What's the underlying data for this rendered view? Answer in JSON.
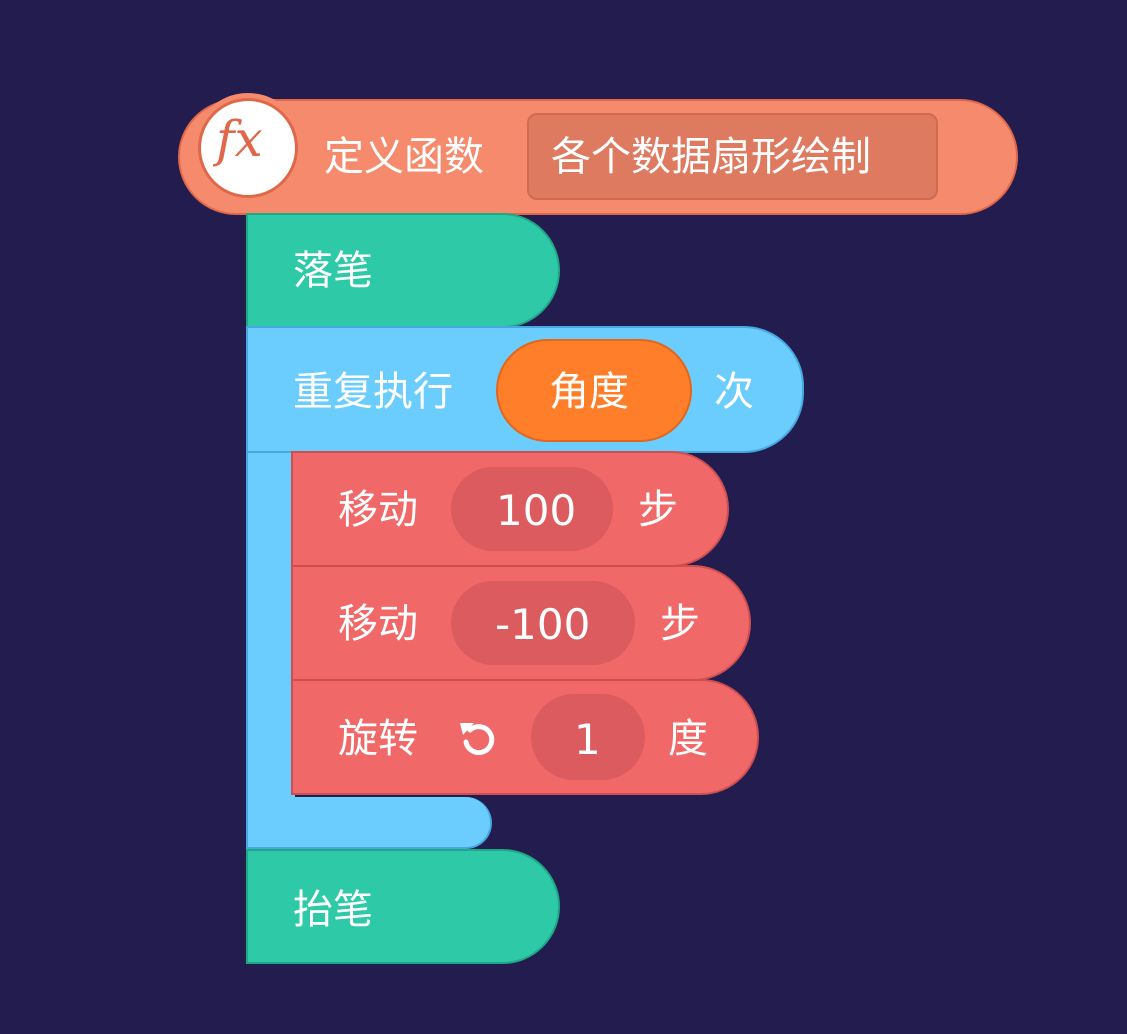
{
  "function_def": {
    "icon": "fx-icon",
    "icon_text": "fx",
    "keyword": "定义函数",
    "name": "各个数据扇形绘制"
  },
  "pen_down": {
    "label": "落笔"
  },
  "repeat": {
    "label": "重复执行",
    "count": "角度",
    "suffix": "次"
  },
  "move_1": {
    "label": "移动",
    "value": "100",
    "unit": "步"
  },
  "move_2": {
    "label": "移动",
    "value": "-100",
    "unit": "步"
  },
  "rotate": {
    "label": "旋转",
    "icon": "rotate-counterclockwise-icon",
    "value": "1",
    "unit": "度"
  },
  "pen_up": {
    "label": "抬笔"
  },
  "colors": {
    "background": "#221c4f",
    "function": "#f58b6c",
    "pen": "#2ec9a7",
    "control": "#6bcdfd",
    "variable": "#ff7e2a",
    "motion": "#f06868"
  }
}
